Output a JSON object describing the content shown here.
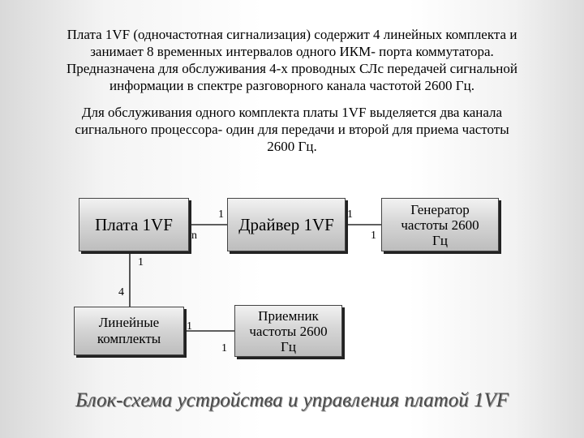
{
  "paragraphs": {
    "p1_line1": "Плата 1VF (одночастотная сигнализация) содержит 4 линейных комплекта и",
    "p1_line2": "занимает 8 временных интервалов одного ИКМ- порта коммутатора.",
    "p1_line3": "Предназначена для обслуживания 4-х проводных СЛс передачей сигнальной",
    "p1_line4": "информации в спектре разговорного канала частотой 2600 Гц.",
    "p2_line1": "Для обслуживания одного комплекта платы  1VF выделяется два канала",
    "p2_line2": "сигнального процессора- один для передачи и второй для приема частоты",
    "p2_line3": "2600 Гц."
  },
  "diagram": {
    "boxes": {
      "plata": "Плата 1VF",
      "driver": "Драйвер 1VF",
      "generator_line1": "Генератор",
      "generator_line2": "частоты 2600",
      "generator_line3": "Гц",
      "line_line1": "Линейные",
      "line_line2": "комплекты",
      "receiver_line1": "Приемник",
      "receiver_line2": "частоты 2600",
      "receiver_line3": "Гц"
    },
    "labels": {
      "plata_out_n": "n",
      "driver_in_1": "1",
      "driver_out_1": "1",
      "gen_in_1": "1",
      "plata_down_1": "1",
      "line_in_4": "4",
      "line_out_1": "1",
      "recv_in_1": "1"
    }
  },
  "caption": "Блок-схема устройства и управления платой 1VF"
}
